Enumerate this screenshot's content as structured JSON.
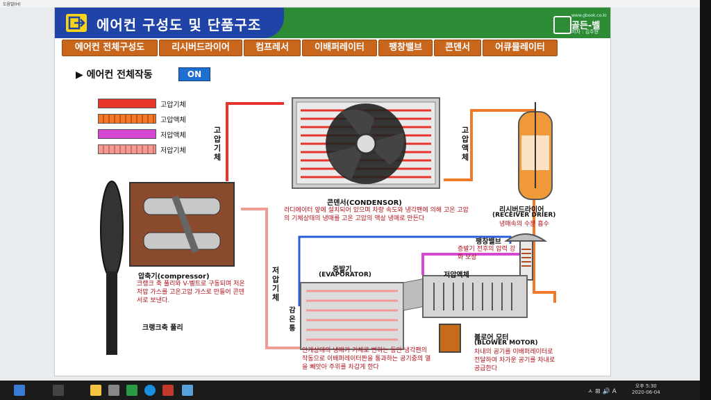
{
  "window": {
    "title": "도움말(H)"
  },
  "banner": {
    "title": "에어컨 구성도 및 단품구조",
    "logo_url": "www.gbook.co.kr",
    "logo_name": "골든-벨",
    "logo_author": "저자 : 김주현"
  },
  "tabs": [
    {
      "label": "에어컨 전체구성도"
    },
    {
      "label": "리시버드라이어"
    },
    {
      "label": "컴프레서"
    },
    {
      "label": "이배퍼레이터"
    },
    {
      "label": "팽창밸브"
    },
    {
      "label": "콘덴서"
    },
    {
      "label": "어큐뮬레이터"
    }
  ],
  "section": {
    "title": "▶ 에어컨 전체작동",
    "on_button": "ON"
  },
  "legend": [
    {
      "label": "고압기체",
      "color": "#e8342a"
    },
    {
      "label": "고압액체",
      "color": "#f07a2a"
    },
    {
      "label": "저압액체",
      "color": "#d447d0"
    },
    {
      "label": "저압기체",
      "color": "#f29a96"
    }
  ],
  "labels": {
    "condenser_name": "콘덴서(CONDENSOR)",
    "condenser_desc": "라디에이터 앞에 설치되어 있으며 차량 속도와 냉각팬에 의해 고온 고압의 기체상태의 냉매를 고온 고압의 액상 냉매로 만든다",
    "receiver_name": "리시버드라이어",
    "receiver_en": "(RECEIVER DRIER)",
    "receiver_desc": "냉매속의 수분 흡수",
    "expansion_name": "팽창밸브",
    "expansion_desc": "증발기 전후의 압력 강화 보상",
    "low_liquid": "저압액체",
    "evaporator_name": "증발기",
    "evaporator_en": "(EVAPORATOR)",
    "evaporator_desc": "안개상태의 냉매가 기체로 변하는 동안 냉각팬의 작동으로 이배퍼레이터판을 통과하는 공기중의 열을 빼앗아 주위를 차갑게 한다",
    "blower_name": "블로어 모터",
    "blower_en": "(BLOWER MOTOR)",
    "blower_desc": "차내의 공기를 이배퍼레이터로 전달하여 차가운 공기를 차내로 공급한다",
    "compressor_name": "압축기(compressor)",
    "compressor_desc": "크랭크 축 풀리와 V-벨트로 구동되며 저온저압 가스를 고온고압 가스로 만들어 콘덴서로 보낸다.",
    "crank_pulley": "크랭크축 풀리",
    "high_gas_v": "고압기체",
    "high_liquid_v": "고압액체",
    "low_gas_v": "저압기체",
    "temp_tube_v": "감온통"
  },
  "taskbar": {
    "tray_text": "ㅅ ⊞ 🔊 A",
    "time": "오후 5:30",
    "date": "2020-06-04"
  }
}
